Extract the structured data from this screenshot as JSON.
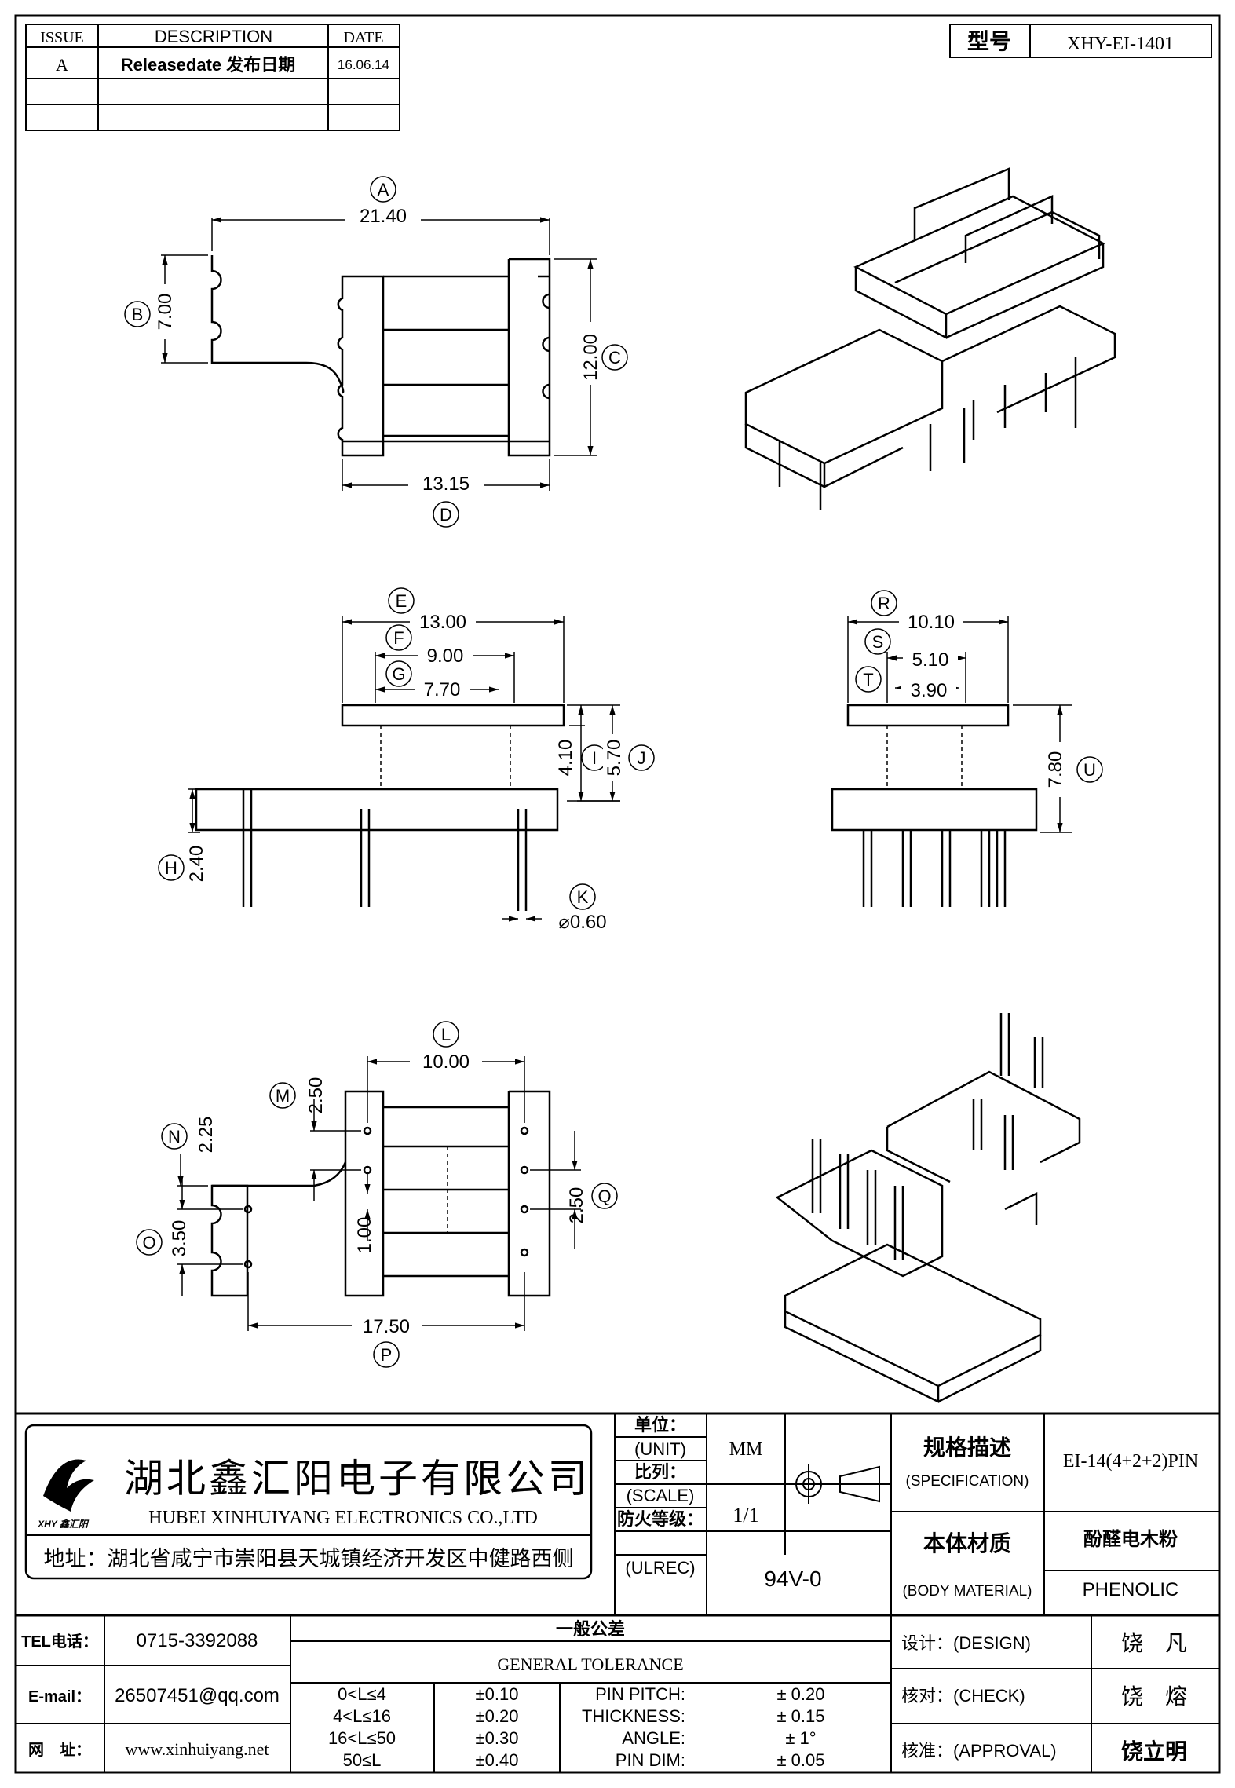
{
  "revision_table": {
    "headers": [
      "ISSUE",
      "DESCRIPTION",
      "DATE"
    ],
    "rows": [
      {
        "issue": "A",
        "description": "Releasedate 发布日期",
        "date": "16.06.14"
      },
      {
        "issue": "",
        "description": "",
        "date": ""
      },
      {
        "issue": "",
        "description": "",
        "date": ""
      }
    ]
  },
  "model": {
    "label": "型号",
    "value": "XHY-EI-1401"
  },
  "dimensions": {
    "A": {
      "letter": "A",
      "value": "21.40"
    },
    "B": {
      "letter": "B",
      "value": "7.00"
    },
    "C": {
      "letter": "C",
      "value": "12.00"
    },
    "D": {
      "letter": "D",
      "value": "13.15"
    },
    "E": {
      "letter": "E",
      "value": "13.00"
    },
    "F": {
      "letter": "F",
      "value": "9.00"
    },
    "G": {
      "letter": "G",
      "value": "7.70"
    },
    "H": {
      "letter": "H",
      "value": "2.40"
    },
    "I": {
      "letter": "I",
      "value": "4.10"
    },
    "J": {
      "letter": "J",
      "value": "5.70"
    },
    "K": {
      "letter": "K",
      "value": "⌀0.60"
    },
    "L": {
      "letter": "L",
      "value": "10.00"
    },
    "M": {
      "letter": "M",
      "value": "2.50"
    },
    "N": {
      "letter": "N",
      "value": "2.25"
    },
    "O": {
      "letter": "O",
      "value": "3.50"
    },
    "P": {
      "letter": "P",
      "value": "17.50"
    },
    "Q": {
      "letter": "Q",
      "value": "2.50"
    },
    "R": {
      "letter": "R",
      "value": "10.10"
    },
    "S": {
      "letter": "S",
      "value": "5.10"
    },
    "T": {
      "letter": "T",
      "value": "3.90"
    },
    "U": {
      "letter": "U",
      "value": "7.80"
    },
    "pin_spacing": "1.00"
  },
  "company": {
    "name_cn": "湖北鑫汇阳电子有限公司",
    "name_en": "HUBEI XINHUIYANG ELECTRONICS CO.,LTD",
    "logo_text": "XHY 鑫汇阳",
    "address": "地址：湖北省咸宁市崇阳县天城镇经济开发区中健路西侧"
  },
  "title_block": {
    "unit_label": "单位：",
    "unit_label_en": "(UNIT)",
    "unit_value": "MM",
    "scale_label": "比列：",
    "scale_label_en": "(SCALE)",
    "scale_value": "1/1",
    "fire_label": "防火等级：",
    "fire_label_en": "(ULREC)",
    "fire_value": "94V-0",
    "spec_label": "规格描述",
    "spec_label_en": "(SPECIFICATION)",
    "spec_value": "EI-14(4+2+2)PIN",
    "material_label": "本体材质",
    "material_label_en": "(BODY MATERIAL)",
    "material_cn": "酚醛电木粉",
    "material_en": "PHENOLIC"
  },
  "contact": {
    "tel_label": "TEL电话：",
    "tel": "0715-3392088",
    "email_label": "E-mail：",
    "email": "26507451@qq.com",
    "web_label": "网　址：",
    "web": "www.xinhuiyang.net"
  },
  "tolerance": {
    "title_cn": "一般公差",
    "title_en": "GENERAL TOLERANCE",
    "rows": [
      {
        "range": "0<L≤4",
        "tol": "±0.10",
        "item": "PIN PITCH:",
        "item_tol": "±  0.20"
      },
      {
        "range": "4<L≤16",
        "tol": "±0.20",
        "item": "THICKNESS:",
        "item_tol": "±  0.15"
      },
      {
        "range": "16<L≤50",
        "tol": "±0.30",
        "item": "ANGLE:",
        "item_tol": "±  1°"
      },
      {
        "range": "50≤L",
        "tol": "±0.40",
        "item": "PIN DIM:",
        "item_tol": "±  0.05"
      }
    ]
  },
  "approvals": [
    {
      "label": "设计：(DESIGN)",
      "name": "饶　凡"
    },
    {
      "label": "核对：(CHECK)",
      "name": "饶　熔"
    },
    {
      "label": "核准：(APPROVAL)",
      "name": "饶立明"
    }
  ]
}
